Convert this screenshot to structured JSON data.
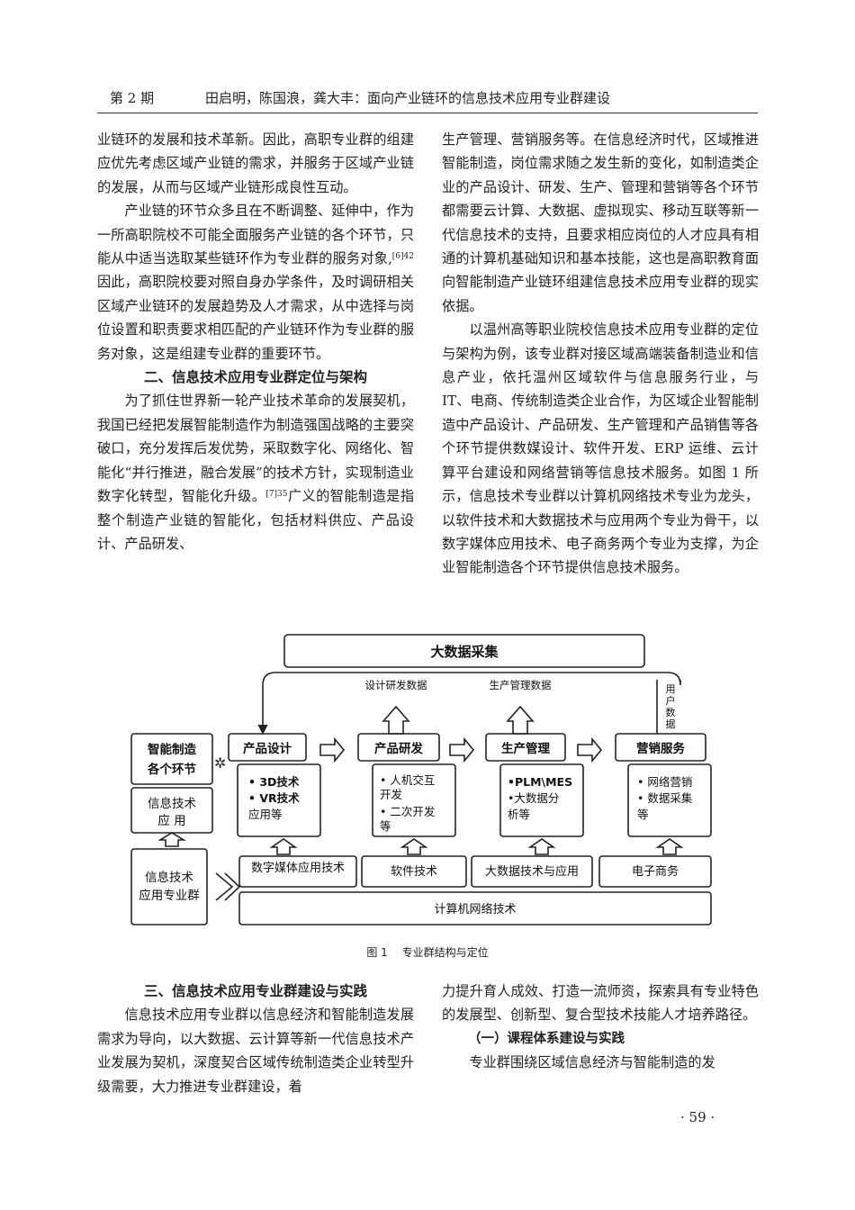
{
  "header": {
    "issue": "第 2 期",
    "title": "田启明，陈国浪，龚大丰：面向产业链环的信息技术应用专业群建设"
  },
  "left_col": {
    "p1": "业链环的发展和技术革新。因此，高职专业群的组建应优先考虑区域产业链的需求，并服务于区域产业链的发展，从而与区域产业链形成良性互动。",
    "p2a": "产业链的环节众多且在不断调整、延伸中，作为一所高职院校不可能全面服务产业链的各个环节，只能从中适当选取某些链环作为专业群的服务对象,",
    "p2_cite": "[6]42",
    "p2b": "因此，高职院校要对照自身办学条件，及时调研相关区域产业链环的发展趋势及人才需求，从中选择与岗位设置和职责要求相匹配的产业链环作为专业群的服务对象，这是组建专业群的重要环节。",
    "sec2": "二、信息技术应用专业群定位与架构",
    "p3a": "为了抓住世界新一轮产业技术革命的发展契机，我国已经把发展智能制造作为制造强国战略的主要突破口，充分发挥后发优势，采取数字化、网络化、智能化“并行推进，融合发展”的技术方针，实现制造业数字化转型，智能化升级。",
    "p3_cite": "[7]35",
    "p3b": "广义的智能制造是指整个制造产业链的智能化，包括材料供应、产品设计、产品研发、"
  },
  "right_col": {
    "p1": "生产管理、营销服务等。在信息经济时代，区域推进智能制造，岗位需求随之发生新的变化，如制造类企业的产品设计、研发、生产、管理和营销等各个环节都需要云计算、大数据、虚拟现实、移动互联等新一代信息技术的支持，且要求相应岗位的人才应具有相通的计算机基础知识和基本技能，这也是高职教育面向智能制造产业链环组建信息技术应用专业群的现实依据。",
    "p2": "以温州高等职业院校信息技术应用专业群的定位与架构为例，该专业群对接区域高端装备制造业和信息产业，依托温州区域软件与信息服务行业，与 IT、电商、传统制造类企业合作，为区域企业智能制造中产品设计、产品研发、生产管理和产品销售等各个环节提供数媒设计、软件开发、ERP 运维、云计算平台建设和网络营销等信息技术服务。如图 1 所示，信息技术专业群以计算机网络技术专业为龙头，以软件技术和大数据技术与应用两个专业为骨干，以数字媒体应用技术、电子商务两个专业为支撑，为企业智能制造各个环节提供信息技术服务。"
  },
  "figure": {
    "top_box": "大数据采集",
    "flow_labels": [
      "设计研发数据",
      "生产管理数据"
    ],
    "user_data": [
      "用",
      "户",
      "数",
      "据"
    ],
    "left_box1": [
      "智能制造",
      "各个环节"
    ],
    "left_box2": [
      "信息技术",
      "应 用"
    ],
    "left_box3": [
      "信息技术",
      "应用专业群"
    ],
    "stage_titles": [
      "产品设计",
      "产品研发",
      "生产管理",
      "营销服务"
    ],
    "stage1_lines": [
      "• 3D技术",
      "• VR技术",
      "  应用等"
    ],
    "stage2_lines": [
      "• 人机交互",
      "  开发",
      "• 二次开发",
      "  等"
    ],
    "stage3_lines": [
      "•PLM\\MES",
      "•大数据分",
      "  析等"
    ],
    "stage4_lines": [
      "• 网络营销",
      "• 数据采集",
      "  等"
    ],
    "majors": [
      "数字媒体应用技术",
      "软件技术",
      "大数据技术与应用",
      "电子商务"
    ],
    "bottom_box": "计算机网络技术",
    "caption_num": "图 1",
    "caption_text": "专业群结构与定位"
  },
  "bottom_left": {
    "sec3": "三、信息技术应用专业群建设与实践",
    "p1": "信息技术应用专业群以信息经济和智能制造发展需求为导向，以大数据、云计算等新一代信息技术产业发展为契机，深度契合区域传统制造类企业转型升级需要，大力推进专业群建设，着"
  },
  "bottom_right": {
    "p1": "力提升育人成效、打造一流师资，探索具有专业特色的发展型、创新型、复合型技术技能人才培养路径。",
    "subsec1": "（一）课程体系建设与实践",
    "p2": "专业群围绕区域信息经济与智能制造的发"
  },
  "page_number": "· 59 ·"
}
